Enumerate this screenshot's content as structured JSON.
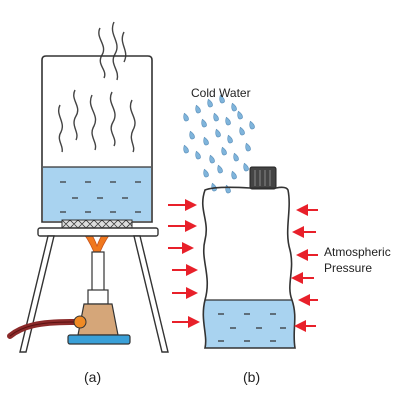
{
  "labels": {
    "cold_water": "Cold Water",
    "atmospheric_line1": "Atmospheric",
    "atmospheric_line2": "Pressure",
    "panel_a": "(a)",
    "panel_b": "(b)"
  },
  "colors": {
    "water": "#a9d3f0",
    "outline": "#333333",
    "arrow": "#e8202a",
    "flame": "#f0781e",
    "burner_base": "#d5a679",
    "hose": "#8b2a2a",
    "valve": "#f08a24",
    "burner_foot": "#3aa0d8",
    "drops": "#7fb4db"
  }
}
